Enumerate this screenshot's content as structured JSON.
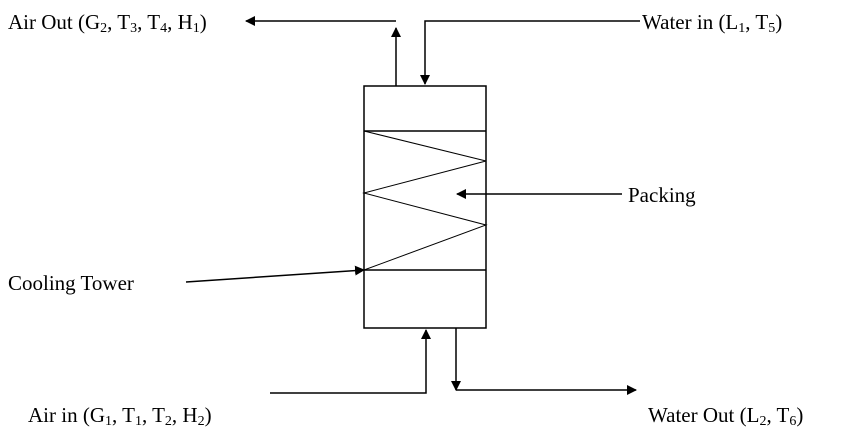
{
  "labels": {
    "air_out": [
      {
        "t": "Air Out (G"
      },
      {
        "t": "2",
        "sub": true
      },
      {
        "t": ", T"
      },
      {
        "t": "3",
        "sub": true
      },
      {
        "t": ", T"
      },
      {
        "t": "4",
        "sub": true
      },
      {
        "t": ", H"
      },
      {
        "t": "1",
        "sub": true
      },
      {
        "t": ")"
      }
    ],
    "water_in": [
      {
        "t": "Water in (L"
      },
      {
        "t": "1",
        "sub": true
      },
      {
        "t": ", T"
      },
      {
        "t": "5",
        "sub": true
      },
      {
        "t": ")"
      }
    ],
    "packing": [
      {
        "t": "Packing"
      }
    ],
    "cooling_tower": [
      {
        "t": "Cooling Tower"
      }
    ],
    "air_in": [
      {
        "t": "Air in (G"
      },
      {
        "t": "1",
        "sub": true
      },
      {
        "t": ", T"
      },
      {
        "t": "1",
        "sub": true
      },
      {
        "t": ", T"
      },
      {
        "t": "2",
        "sub": true
      },
      {
        "t": ", H"
      },
      {
        "t": "2",
        "sub": true
      },
      {
        "t": ")"
      }
    ],
    "water_out": [
      {
        "t": "Water Out (L"
      },
      {
        "t": "2",
        "sub": true
      },
      {
        "t": ", T"
      },
      {
        "t": "6",
        "sub": true
      },
      {
        "t": ")"
      }
    ]
  },
  "colors": {
    "stroke": "#000000",
    "text": "#000000",
    "background": "#ffffff"
  }
}
